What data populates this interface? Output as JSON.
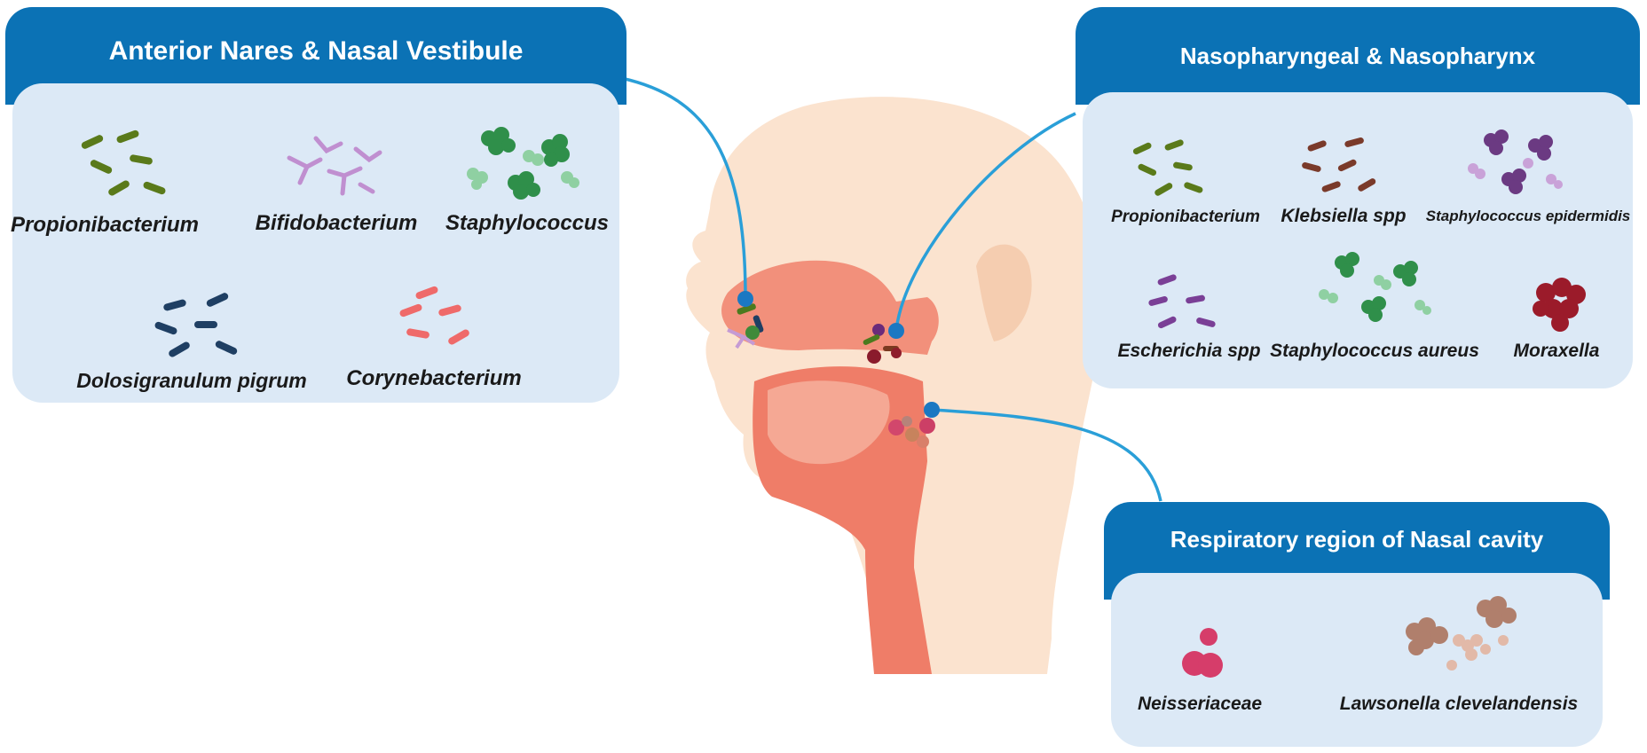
{
  "panels": {
    "anterior": {
      "title": "Anterior Nares & Nasal Vestibule",
      "items": [
        "Propionibacterium",
        "Bifidobacterium",
        "Staphylococcus",
        "Dolosigranulum pigrum",
        "Corynebacterium"
      ]
    },
    "nasopharyngeal": {
      "title": "Nasopharyngeal & Nasopharynx",
      "items": [
        "Propionibacterium",
        "Klebsiella spp",
        "Staphylococcus epidermidis",
        "Escherichia spp",
        "Staphylococcus aureus",
        "Moraxella"
      ]
    },
    "respiratory": {
      "title": "Respiratory region of Nasal cavity",
      "items": [
        "Neisseriaceae",
        "Lawsonella clevelandensis"
      ]
    }
  },
  "colors": {
    "header_blue": "#0b72b5",
    "panel_bg": "#dce9f6",
    "connector": "#2a9fd8",
    "skin": "#f9dcc4",
    "tissue": "#f0826e"
  }
}
